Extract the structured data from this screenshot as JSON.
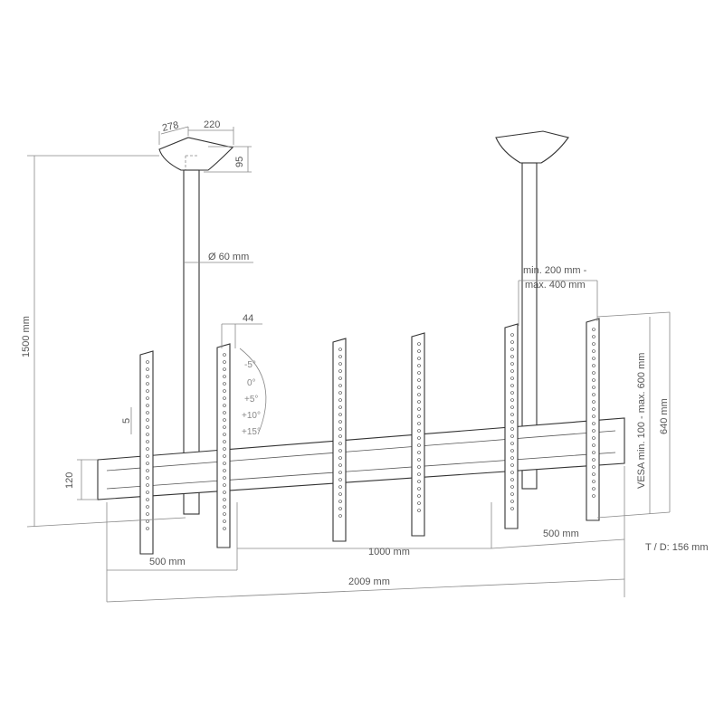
{
  "dimensions": {
    "cap_depth": "278",
    "cap_width": "220",
    "cap_height": "95",
    "pole_diameter": "Ø 60 mm",
    "total_height": "1500 mm",
    "bracket_spacing_label_line1": "min. 200 mm -",
    "bracket_spacing_label_line2": "max. 400 mm",
    "bracket_width": "44",
    "tilt_angles": [
      "-5°",
      "0°",
      "+5°",
      "+10°",
      "+15°"
    ],
    "shift": "5",
    "rail_height": "120",
    "vesa": "VESA min. 100 - max. 600 mm",
    "bracket_height": "640 mm",
    "depth": "T / D: 156 mm",
    "left_spacing": "500 mm",
    "middle_spacing": "1000 mm",
    "right_spacing": "500 mm",
    "total_width": "2009 mm"
  },
  "colors": {
    "line": "#333333",
    "dimension": "#888888"
  }
}
